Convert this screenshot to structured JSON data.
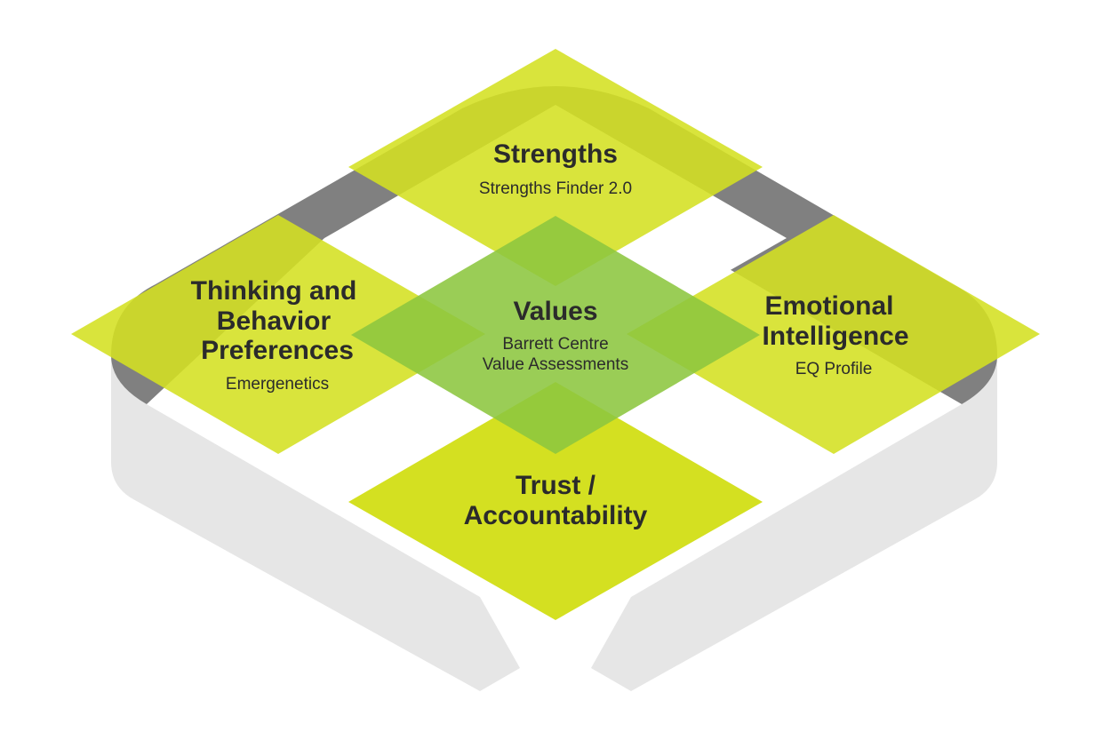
{
  "colors": {
    "lime": "#d4e021",
    "green": "#8cc63f",
    "dark_gray": "#808080",
    "light_gray": "#e6e6e6",
    "text": "#2b2b2b"
  },
  "nodes": {
    "strengths": {
      "title": "Strengths",
      "subtitle": "Strengths Finder 2.0"
    },
    "thinking": {
      "title_lines": [
        "Thinking and",
        "Behavior",
        "Preferences"
      ],
      "subtitle": "Emergenetics"
    },
    "values": {
      "title": "Values",
      "subtitle_lines": [
        "Barrett Centre",
        "Value Assessments"
      ]
    },
    "emotional": {
      "title_lines": [
        "Emotional",
        "Intelligence"
      ],
      "subtitle": "EQ Profile"
    },
    "trust": {
      "title_lines": [
        "Trust /",
        "Accountability"
      ]
    }
  }
}
